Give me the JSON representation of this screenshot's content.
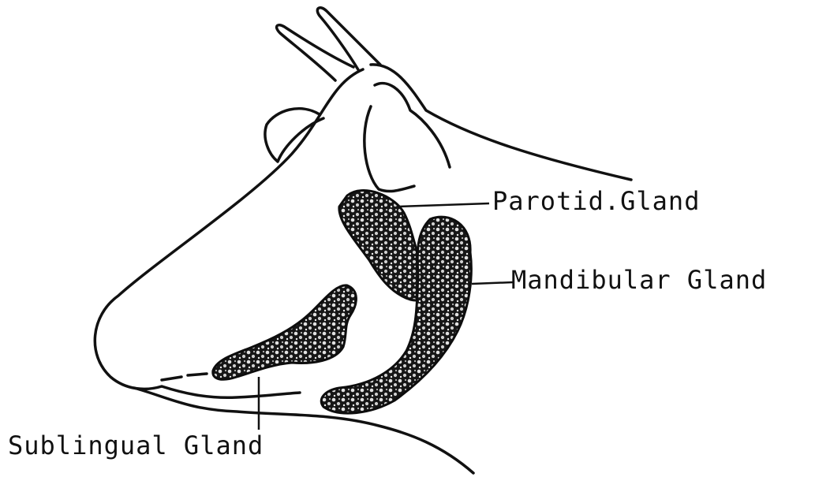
{
  "diagram": {
    "labels": {
      "parotid": "Parotid.Gland",
      "mandibular": "Mandibular Gland",
      "sublingual": "Sublingual Gland"
    },
    "colors": {
      "ink": "#111111",
      "gland_fill": "#1a1a1a",
      "gland_lobule": "#d8d8d8",
      "paper": "#ffffff"
    }
  }
}
